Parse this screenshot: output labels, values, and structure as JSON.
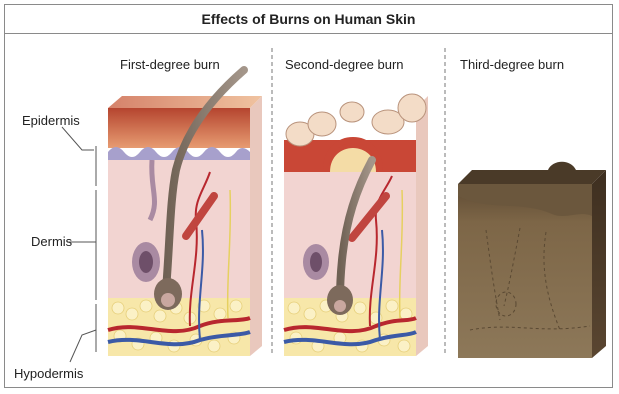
{
  "figure": {
    "title": "Effects of Burns on Human Skin",
    "columns": [
      {
        "label": "First-degree burn"
      },
      {
        "label": "Second-degree burn"
      },
      {
        "label": "Third-degree burn"
      }
    ],
    "layers": [
      {
        "label": "Epidermis"
      },
      {
        "label": "Dermis"
      },
      {
        "label": "Hypodermis"
      }
    ]
  }
}
